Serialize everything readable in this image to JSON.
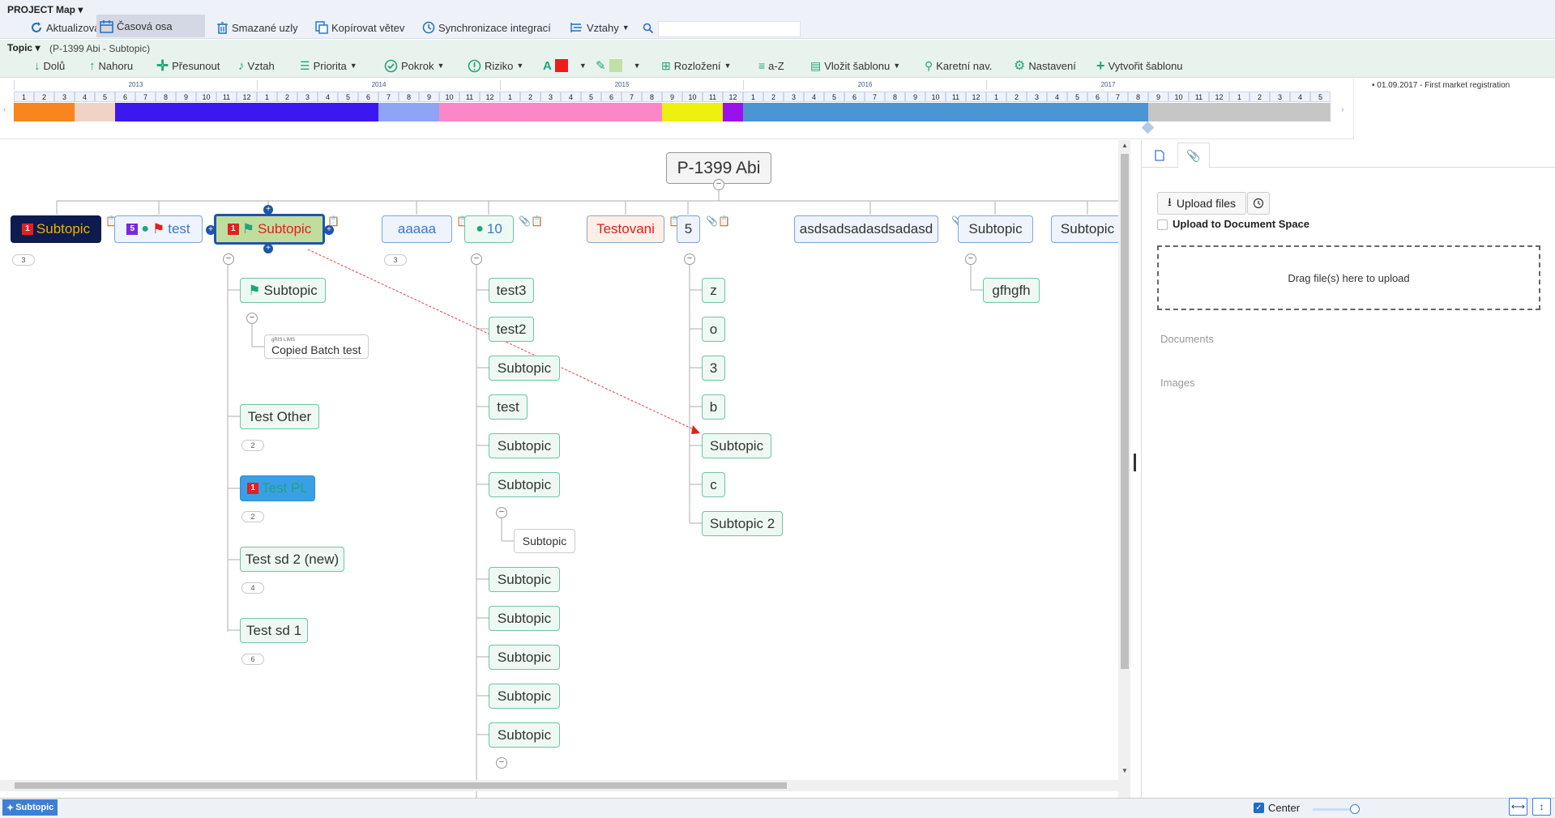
{
  "app": {
    "title": "PROJECT Map"
  },
  "toolbar1": {
    "refresh": "Aktualizovat",
    "timeline": "Časová osa",
    "deleted_nodes": "Smazané uzly",
    "copy_branch": "Kopírovat větev",
    "sync": "Synchronizace integrací",
    "relations": "Vztahy",
    "search_placeholder": ""
  },
  "toolbar2": {
    "topic_label": "Topic",
    "topic_path": "(P-1399 Abi - Subtopic)",
    "down": "Dolů",
    "up": "Nahoru",
    "move": "Přesunout",
    "relation": "Vztah",
    "priority": "Priorita",
    "progress": "Pokrok",
    "risk": "Riziko",
    "text_color": "A",
    "layout": "Rozložení",
    "sort": "a-Z",
    "insert_template": "Vložit šablonu",
    "card_nav": "Karetní nav.",
    "settings": "Nastavení",
    "create_template": "Vytvořit šablonu",
    "colors": {
      "text": "#ee1c1c",
      "fill": "#bfe0a7"
    }
  },
  "timeline": {
    "years": [
      "2013",
      "2014",
      "2015",
      "2016",
      "2017"
    ],
    "months": [
      "1",
      "2",
      "3",
      "4",
      "5",
      "6",
      "7",
      "8",
      "9",
      "10",
      "11",
      "12",
      "1",
      "2",
      "3",
      "4",
      "5",
      "6",
      "7",
      "8",
      "9",
      "10",
      "11",
      "12",
      "1",
      "2",
      "3",
      "4",
      "5",
      "6",
      "7",
      "8",
      "9",
      "10",
      "11",
      "12",
      "1",
      "2",
      "3",
      "4",
      "5",
      "6",
      "7",
      "8",
      "9",
      "10",
      "11",
      "12",
      "1",
      "2",
      "3",
      "4",
      "5",
      "6",
      "7",
      "8",
      "9",
      "10",
      "11",
      "12",
      "1",
      "2",
      "3",
      "4",
      "5"
    ],
    "bands": [
      {
        "from": 0,
        "to": 3,
        "color": "#f7861e"
      },
      {
        "from": 3,
        "to": 5,
        "color": "#f0d3c5"
      },
      {
        "from": 5,
        "to": 18,
        "color": "#3b17f0"
      },
      {
        "from": 18,
        "to": 21,
        "color": "#8fa4f5"
      },
      {
        "from": 21,
        "to": 32,
        "color": "#fb86c8"
      },
      {
        "from": 32,
        "to": 35,
        "color": "#eef00e"
      },
      {
        "from": 35,
        "to": 36,
        "color": "#9a12ea"
      },
      {
        "from": 36,
        "to": 56,
        "color": "#4a95d3"
      },
      {
        "from": 56,
        "to": 65,
        "color": "#c6c6c6"
      }
    ],
    "milestone_note": "01.09.2017 - First market registration"
  },
  "map": {
    "root": "P-1399 Abi",
    "top": [
      {
        "label": "Subtopic",
        "count": "3"
      },
      {
        "label": "test",
        "badge": "5"
      },
      {
        "label": "Subtopic",
        "badge": "1"
      },
      {
        "label": "aaaaa",
        "count": "3"
      },
      {
        "label": "10"
      },
      {
        "label": "Testovani"
      },
      {
        "label": "5"
      },
      {
        "label": "asdsadsadasdsadasd"
      },
      {
        "label": "Subtopic"
      },
      {
        "label": "Subtopic"
      }
    ],
    "col1": [
      {
        "label": "Subtopic"
      },
      {
        "label": "Copied Batch test",
        "tag": "gRIS  LIMS"
      },
      {
        "label": "Test Other",
        "count": "2"
      },
      {
        "label": "Test PL",
        "badge": "1",
        "count": "2"
      },
      {
        "label": "Test sd 2 (new)",
        "count": "4"
      },
      {
        "label": "Test sd 1",
        "count": "6"
      }
    ],
    "col2": [
      "test3",
      "test2",
      "Subtopic",
      "test",
      "Subtopic",
      "Subtopic",
      "Subtopic",
      "Subtopic",
      "Subtopic",
      "Subtopic",
      "Subtopic",
      "Subtopic"
    ],
    "col3": [
      "z",
      "o",
      "3",
      "b",
      "Subtopic",
      "c",
      "Subtopic 2"
    ],
    "col4": [
      "gfhgfh"
    ]
  },
  "panel": {
    "upload_button": "Upload files",
    "upload_to_ds": "Upload to Document Space",
    "dropzone": "Drag file(s) here to upload",
    "documents": "Documents",
    "images": "Images"
  },
  "status": {
    "current_topic": "Subtopic",
    "center_label": "Center"
  }
}
